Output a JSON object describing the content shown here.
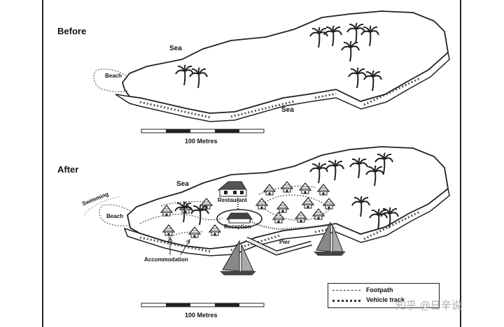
{
  "maps": {
    "before": {
      "heading": "Before",
      "sea_top": "Sea",
      "sea_bottom": "Sea",
      "beach": "Beach",
      "scale": "100 Metres"
    },
    "after": {
      "heading": "After",
      "sea": "Sea",
      "swimming": "Swimming",
      "beach": "Beach",
      "restaurant": "Restaurant",
      "reception": "Reception",
      "pier": "Pier",
      "accommodation": "Accommodation",
      "scale": "100 Metres"
    }
  },
  "legend": {
    "footpath": "Footpath",
    "vehicle_track": "Vehicle track"
  },
  "watermark": "知乎 @日辛说",
  "colors": {
    "ink": "#222222",
    "paper": "#ffffff",
    "shade": "#777777"
  }
}
